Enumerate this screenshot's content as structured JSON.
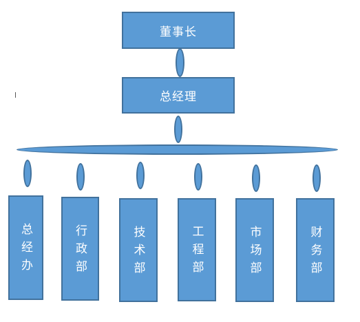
{
  "chairman": {
    "label": "董事长"
  },
  "general_manager": {
    "label": "总经理"
  },
  "departments": [
    {
      "id": "gm-office",
      "label": "总经办"
    },
    {
      "id": "admin",
      "label": "行政部"
    },
    {
      "id": "tech",
      "label": "技术部"
    },
    {
      "id": "engineering",
      "label": "工程部"
    },
    {
      "id": "market",
      "label": "市场部"
    },
    {
      "id": "finance",
      "label": "财务部"
    }
  ],
  "colors": {
    "fill": "#5b9bd5",
    "border": "#41719c",
    "text": "#ffffff"
  }
}
